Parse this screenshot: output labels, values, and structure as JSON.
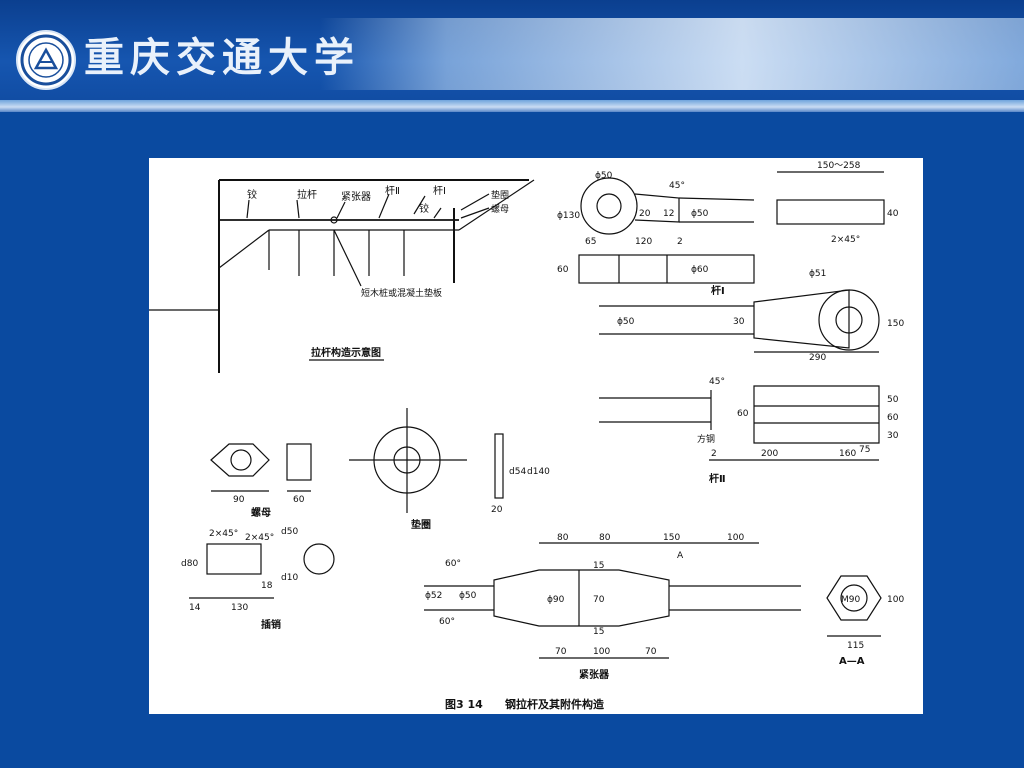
{
  "header": {
    "university_name": "重庆交通大学",
    "logo_icon": "university-seal-icon"
  },
  "figure": {
    "caption_number": "图3  14",
    "caption": "钢拉杆及其附件构造",
    "structure": {
      "label_hinge_left": "铰",
      "label_tie_rod": "拉杆",
      "label_turnbuckle": "紧张器",
      "label_rod2": "杆Ⅱ",
      "label_rod1": "杆Ⅰ",
      "label_hinge_right": "铰",
      "label_washer": "垫圈",
      "label_nut": "螺母",
      "label_piles": "短木桩或混凝土垫板",
      "title": "拉杆构造示意图"
    },
    "rod1": {
      "d_eye": "ϕ50",
      "angle": "45°",
      "d_outer": "ϕ130",
      "dim_20": "20",
      "dim_12": "12",
      "d_rod": "ϕ50",
      "dim_65": "65",
      "dim_120": "120",
      "dim_2": "2",
      "dim_60": "60",
      "d_60": "ϕ60",
      "label": "杆Ⅰ",
      "length_range": "150～258",
      "dim_40": "40",
      "chamfer": "2×45°",
      "d_hole": "ϕ51",
      "d_rod2": "ϕ50",
      "dim_30": "30",
      "dim_150": "150",
      "dim_290": "290"
    },
    "rod2": {
      "angle": "45°",
      "dim_60": "60",
      "label_square_steel": "方钢",
      "dim_2": "2",
      "dim_200": "200",
      "dim_160": "160",
      "dim_50": "50",
      "dim_60b": "60",
      "dim_30": "30",
      "dim_75": "75",
      "label": "杆Ⅱ"
    },
    "nut": {
      "width": "90",
      "thickness": "60",
      "label": "螺母"
    },
    "washer": {
      "d_inner": "d54",
      "d_outer": "d140",
      "thickness": "20",
      "label": "垫圈"
    },
    "pin": {
      "chamfer1": "2×45°",
      "chamfer2": "2×45°",
      "d_head": "d80",
      "d_pin": "d50",
      "d_hole": "d10",
      "dim_14": "14",
      "dim_130": "130",
      "dim_18": "18",
      "label": "插销"
    },
    "turnbuckle": {
      "dim_80a": "80",
      "dim_80b": "80",
      "dim_150": "150",
      "dim_100": "100",
      "section_mark": "A",
      "angle_top": "60°",
      "angle_bottom": "60°",
      "d_50": "ϕ50",
      "d_52": "ϕ52",
      "d_90": "ϕ90",
      "dim_15a": "15",
      "dim_70": "70",
      "dim_15b": "15",
      "dim_70b": "70",
      "dim_100b": "100",
      "dim_70c": "70",
      "label": "紧张器",
      "section_label": "A—A",
      "section_d": "M90",
      "section_h": "100",
      "section_w": "115"
    }
  }
}
